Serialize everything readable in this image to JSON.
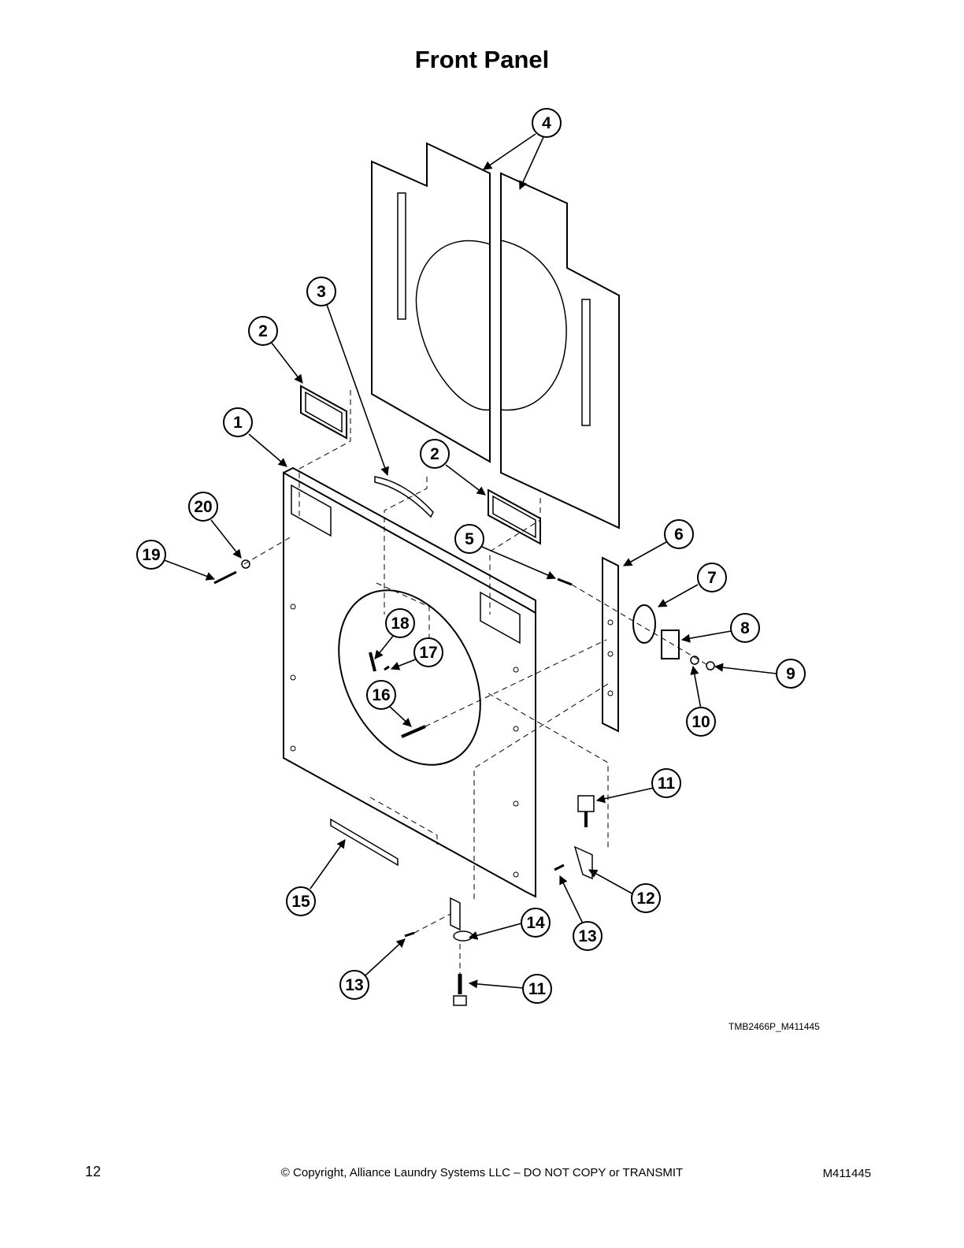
{
  "page": {
    "title": "Front Panel",
    "drawing_id": "TMB2466P_M411445",
    "page_number": "12",
    "copyright": "© Copyright, Alliance Laundry Systems LLC – DO NOT COPY or TRANSMIT",
    "doc_number": "M411445"
  },
  "callouts": [
    "4",
    "3",
    "2",
    "1",
    "2",
    "20",
    "19",
    "5",
    "6",
    "7",
    "8",
    "9",
    "10",
    "18",
    "17",
    "16",
    "11",
    "12",
    "13",
    "15",
    "14",
    "13",
    "11"
  ]
}
